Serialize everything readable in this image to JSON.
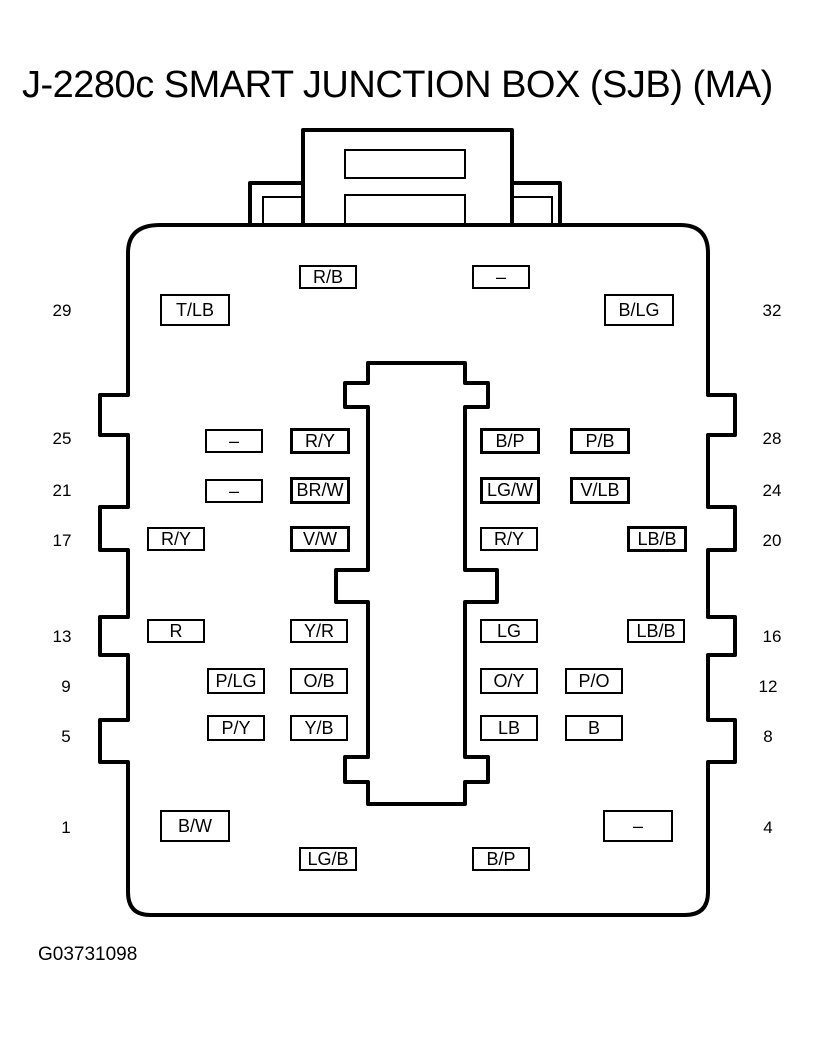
{
  "title": "J-2280c SMART JUNCTION BOX (SJB) (MA)",
  "figure_id": "G03731098",
  "pin_numbers": {
    "p29": "29",
    "p32": "32",
    "p25": "25",
    "p28": "28",
    "p21": "21",
    "p24": "24",
    "p17": "17",
    "p20": "20",
    "p13": "13",
    "p16": "16",
    "p9": "9",
    "p12": "12",
    "p5": "5",
    "p8": "8",
    "p1": "1",
    "p4": "4"
  },
  "wire_labels": {
    "top_1": "R/B",
    "top_2": "–",
    "pin29": "T/LB",
    "pin32": "B/LG",
    "pin25": "–",
    "pin26": "R/Y",
    "pin27": "B/P",
    "pin28": "P/B",
    "pin21": "–",
    "pin22": "BR/W",
    "pin23": "LG/W",
    "pin24": "V/LB",
    "pin17": "R/Y",
    "pin18": "V/W",
    "pin19": "R/Y",
    "pin20": "LB/B",
    "pin13": "R",
    "pin14": "Y/R",
    "pin15": "LG",
    "pin16": "LB/B",
    "pin9": "P/LG",
    "pin10": "O/B",
    "pin11": "O/Y",
    "pin12": "P/O",
    "pin5": "P/Y",
    "pin6": "Y/B",
    "pin7": "LB",
    "pin8": "B",
    "pin1": "B/W",
    "pin4": "–",
    "bottom_1": "LG/B",
    "bottom_2": "B/P"
  }
}
